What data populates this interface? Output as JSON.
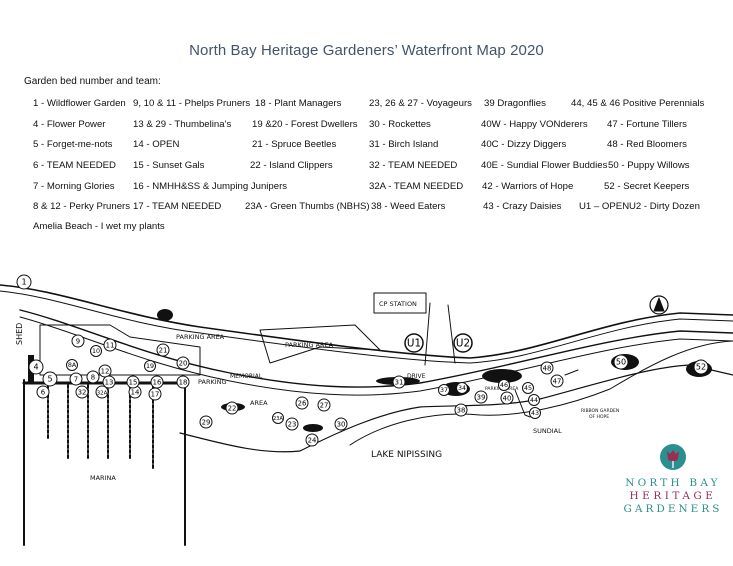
{
  "title": "North Bay Heritage Gardeners’ Waterfront Map 2020",
  "legend_heading": "Garden bed number and team:",
  "legend": {
    "row1": [
      "1 - Wildflower Garden",
      "9, 10 & 11 - Phelps Pruners",
      "18 - Plant Managers",
      "23, 26 & 27 - Voyageurs",
      "39 Dragonflies",
      "44, 45 & 46 Positive Perennials"
    ],
    "row2": [
      "4 - Flower Power",
      "13 & 29 - Thumbelina’s",
      "19 &20 - Forest Dwellers",
      "30 - Rockettes",
      "40W - Happy VONderers",
      "47 - Fortune Tillers"
    ],
    "row3": [
      "5 - Forget-me-nots",
      "14 - OPEN",
      "21 - Spruce Beetles",
      "31 - Birch Island",
      "40C - Dizzy Diggers",
      "48 - Red Bloomers"
    ],
    "row4": [
      "6 - TEAM NEEDED",
      "15 - Sunset Gals",
      "22 - Island Clippers",
      "32 - TEAM NEEDED",
      "40E - Sundial Flower Buddies",
      "50 - Puppy Willows"
    ],
    "row5": [
      "7 - Morning Glories",
      "16 - NMHH&SS & Jumping Junipers",
      "32A - TEAM NEEDED",
      "42 - Warriors of Hope",
      "52 - Secret Keepers"
    ],
    "row6": [
      "8 & 12 - Perky Pruners",
      "17 - TEAM NEEDED",
      "23A - Green Thumbs (NBHS)",
      "38 - Weed Eaters",
      "43 - Crazy Daisies",
      "U1 – OPEN",
      "U2 - Dirty Dozen"
    ],
    "row7": [
      "Amelia Beach - I wet my plants"
    ]
  },
  "map": {
    "labels": {
      "shed": "SHED",
      "parking_area_1": "PARKING AREA",
      "parking_area_2": "PARKING AREA",
      "parking_area_3": "PARKING AREA",
      "parking": "PARKING",
      "area": "AREA",
      "memorial": "MEMORIAL",
      "drive": "DRIVE",
      "cp_station": "CP STATION",
      "lake": "LAKE NIPISSING",
      "marina": "MARINA",
      "sundial": "SUNDIAL",
      "ribbon_1": "RIBBON GARDEN",
      "ribbon_2": "OF HOPE"
    },
    "beds": [
      "1",
      "4",
      "5",
      "6",
      "7",
      "8",
      "8A",
      "9",
      "10",
      "11",
      "12",
      "13",
      "14",
      "15",
      "16",
      "17",
      "18",
      "19",
      "20",
      "21",
      "22",
      "23",
      "23A",
      "24",
      "26",
      "27",
      "29",
      "30",
      "31",
      "32",
      "32A",
      "37",
      "34",
      "38",
      "39",
      "40",
      "44",
      "45",
      "46",
      "43",
      "47",
      "48",
      "50",
      "52",
      "U1",
      "U2"
    ]
  },
  "logo": {
    "line1": "NORTH BAY",
    "line2": "HERITAGE",
    "line3": "GARDENERS",
    "colors": {
      "teal": "#2c8f8f",
      "crimson": "#9b2d55"
    }
  }
}
